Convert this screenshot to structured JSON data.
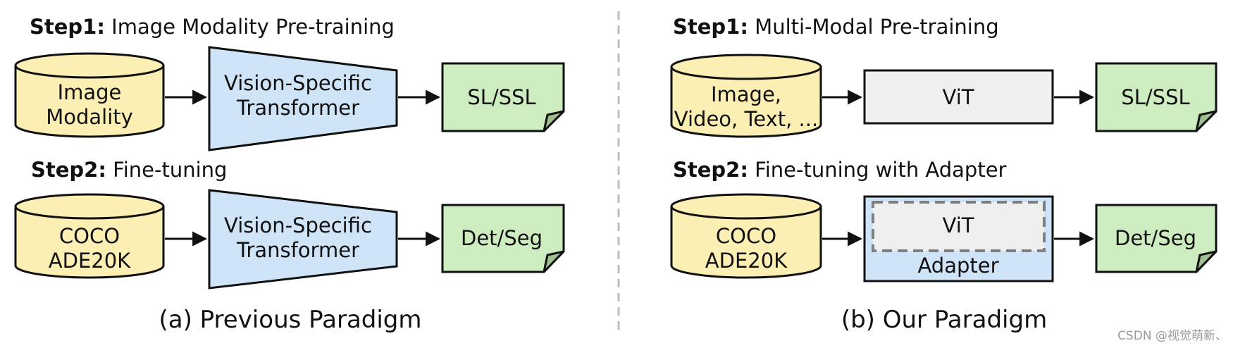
{
  "left": {
    "step1": {
      "bold": "Step1:",
      "rest": " Image Modality Pre-training"
    },
    "step1_row": {
      "data_lines": [
        "Image",
        "Modality"
      ],
      "model_lines": [
        "Vision-Specific",
        "Transformer"
      ],
      "output": "SL/SSL"
    },
    "step2": {
      "bold": "Step2:",
      "rest": " Fine-tuning"
    },
    "step2_row": {
      "data_lines": [
        "COCO",
        "ADE20K"
      ],
      "model_lines": [
        "Vision-Specific",
        "Transformer"
      ],
      "output": "Det/Seg"
    },
    "caption": "(a) Previous Paradigm"
  },
  "right": {
    "step1": {
      "bold": "Step1:",
      "rest": " Multi-Modal Pre-training"
    },
    "step1_row": {
      "data_lines": [
        "Image,",
        "Video, Text, ..."
      ],
      "model": "ViT",
      "output": "SL/SSL"
    },
    "step2": {
      "bold": "Step2:",
      "rest": " Fine-tuning with Adapter"
    },
    "step2_row": {
      "data_lines": [
        "COCO",
        "ADE20K"
      ],
      "model": "ViT",
      "adapter": "Adapter",
      "output": "Det/Seg"
    },
    "caption": "(b) Our Paradigm"
  },
  "watermark": "CSDN @视觉萌新、",
  "colors": {
    "database_fill": "#fcefb4",
    "transformer_fill": "#cfe4f7",
    "output_fill": "#cdecc0",
    "vit_fill": "#efefef",
    "adapter_fill": "#cfe4f7",
    "stroke": "#111111",
    "divider": "#bdbdbd",
    "dashed_border": "#7f7f7f"
  }
}
